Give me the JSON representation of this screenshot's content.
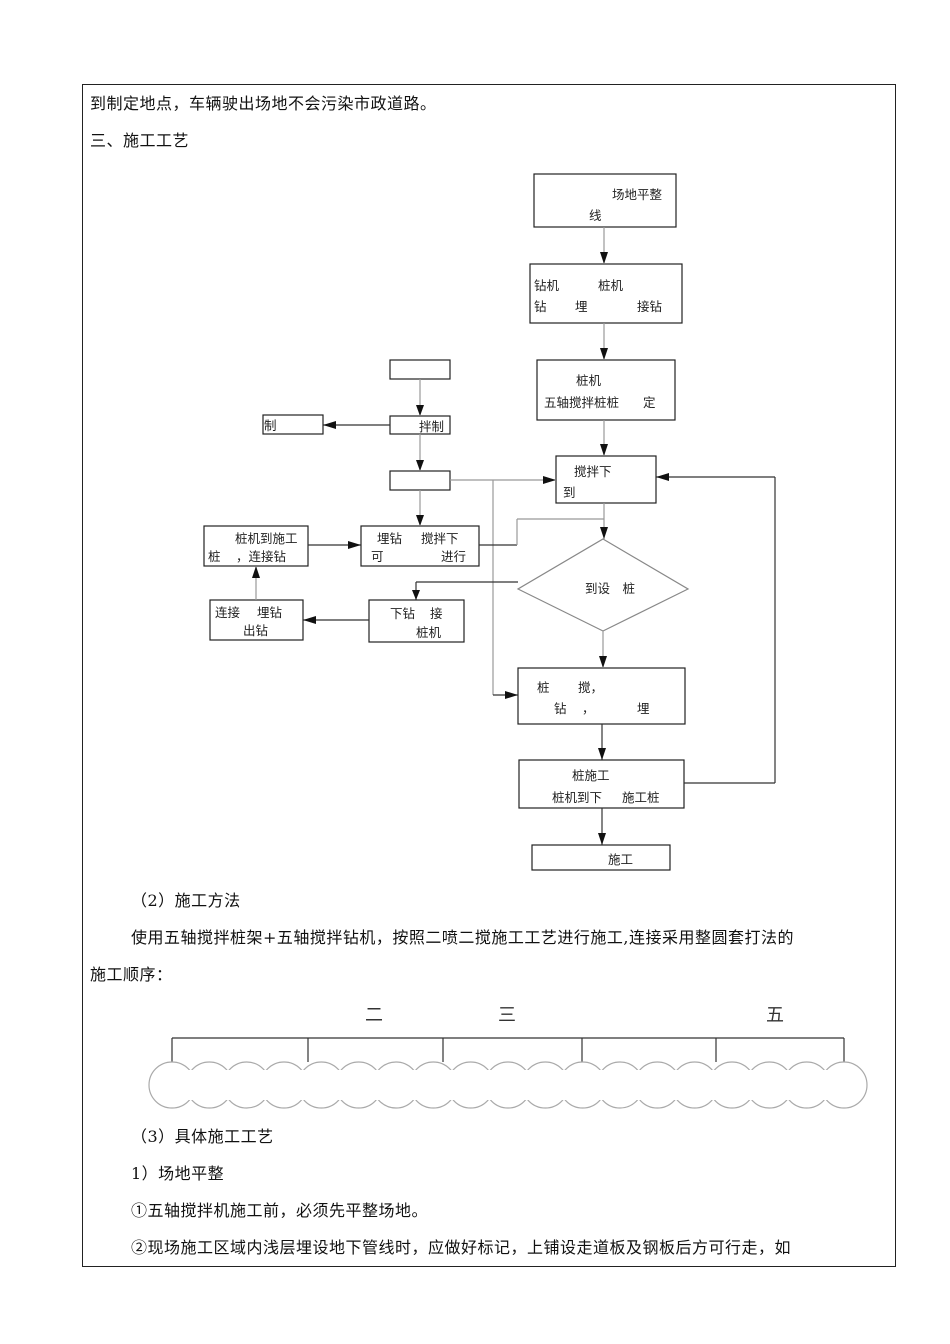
{
  "document": {
    "line1": "到制定地点，车辆驶出场地不会污染市政道路。",
    "section_heading": "三、施工工艺",
    "method_heading": "（2）施工方法",
    "method_para_line1": "使用五轴搅拌桩架+五轴搅拌钻机，按照二喷二搅施工工艺进行施工,连接采用整圆套打法的",
    "method_para_line2": "施工顺序：",
    "detail_heading": "（3）具体施工工艺",
    "sub_heading": "1）场地平整",
    "item1": "①五轴搅拌机施工前，必须先平整场地。",
    "item2": "②现场施工区域内浅层埋设地下管线时，应做好标记，上铺设走道板及钢板后方可行走，如"
  },
  "flowchart": {
    "box_site": {
      "line1": "场地平整",
      "line2": "线"
    },
    "box_rig": {
      "line1a": "钻机",
      "line1b": "桩机",
      "line2a": "钻",
      "line2b": "埋",
      "line2c": "接钻"
    },
    "box_position": {
      "line1": "桩机",
      "line2a": "五轴搅拌桩桩",
      "line2b": "定"
    },
    "box_top_left": {
      "text": ""
    },
    "box_mix": {
      "text": "拌制"
    },
    "box_far_left": {
      "text": "制"
    },
    "box_small": {
      "text": ""
    },
    "box_stir_down": {
      "line1": "搅拌下",
      "line2": "到"
    },
    "box_connect": {
      "line1": "桩机到施工",
      "line2a": "桩",
      "line2b": "，连接钻"
    },
    "box_bury": {
      "line1a": "埋钻",
      "line1b": "搅拌下",
      "line2a": "可",
      "line2b": "进行"
    },
    "diamond": {
      "text": "到设　桩"
    },
    "box_lower_drill": {
      "line1a": "下钻",
      "line1b": "接",
      "line2": "桩机"
    },
    "box_lift": {
      "line1a": "连接",
      "line1b": "埋钻",
      "line2": "出钻"
    },
    "box_pile_stir": {
      "line1a": "桩",
      "line1b": "搅，",
      "line2a": "钻",
      "line2b": "，",
      "line2c": "埋"
    },
    "box_pile_done": {
      "line1": "桩施工",
      "line2a": "桩机到下",
      "line2b": "施工桩"
    },
    "box_end": {
      "text": "施工"
    }
  },
  "sequence_diagram": {
    "labels": [
      "二",
      "三",
      "五"
    ],
    "segments": 5,
    "circles": 19
  }
}
